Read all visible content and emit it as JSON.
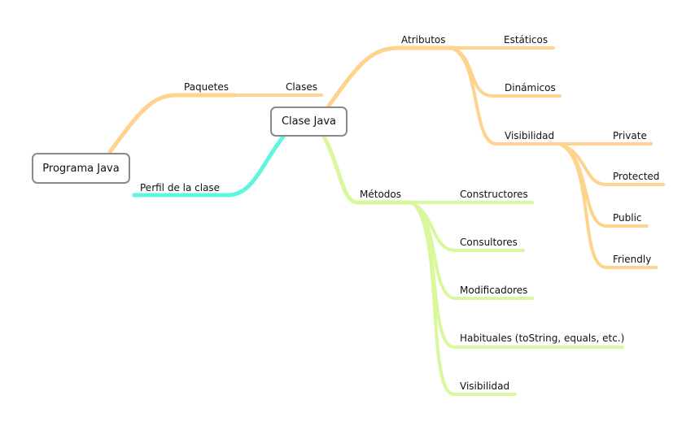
{
  "colors": {
    "orange_branch": "#FDD38D",
    "green_branch": "#D9F79B",
    "cyan_branch": "#5EF7DE",
    "box_border": "#8A8A8A"
  },
  "nodes": {
    "programa_java": "Programa Java",
    "clase_java": "Clase Java",
    "paquetes": "Paquetes",
    "clases": "Clases",
    "perfil": "Perfil de la clase",
    "atributos": "Atributos",
    "estaticos": "Estáticos",
    "dinamicos": "Dinámicos",
    "visibilidad_atributos": "Visibilidad",
    "private": "Private",
    "protected": "Protected",
    "public": "Public",
    "friendly": "Friendly",
    "metodos": "Métodos",
    "constructores": "Constructores",
    "consultores": "Consultores",
    "modificadores": "Modificadores",
    "habituales": "Habituales (toString, equals, etc.)",
    "visibilidad_metodos": "Visibilidad"
  }
}
